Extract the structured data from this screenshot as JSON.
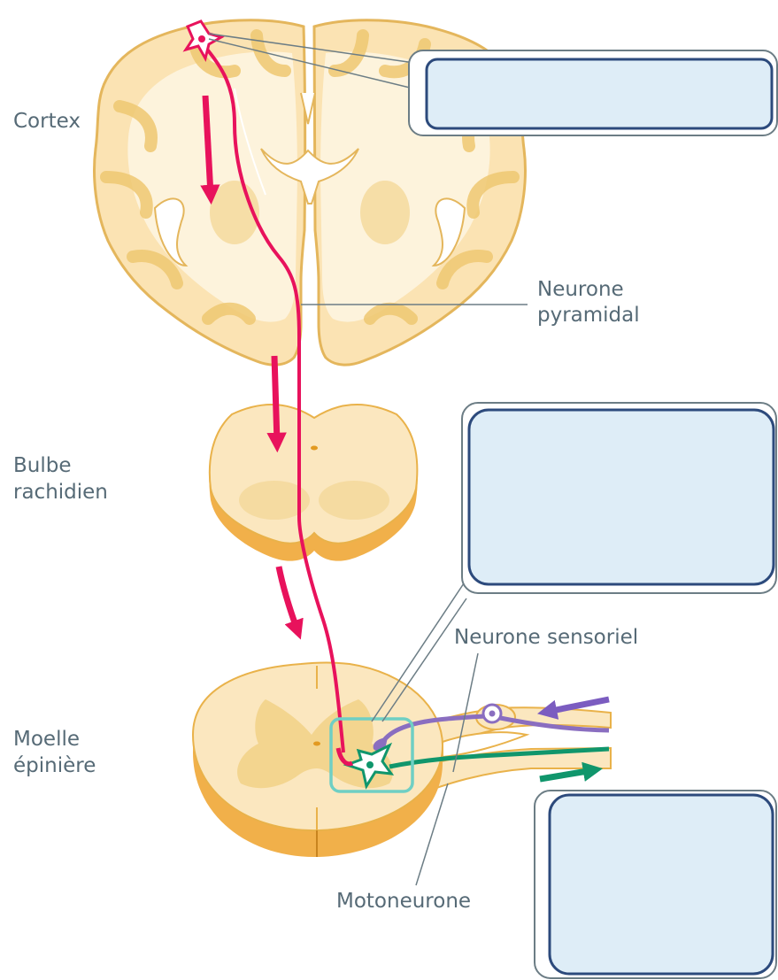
{
  "labels": {
    "cortex": "Cortex",
    "neurone_pyramidal_line1": "Neurone",
    "neurone_pyramidal_line2": "pyramidal",
    "bulbe_line1": "Bulbe",
    "bulbe_line2": "rachidien",
    "moelle_line1": "Moelle",
    "moelle_line2": "épinière",
    "neurone_sensoriel": "Neurone sensoriel",
    "motoneurone": "Motoneurone"
  },
  "answer_boxes": [
    {
      "text": ""
    },
    {
      "text": ""
    },
    {
      "text": ""
    }
  ],
  "colors": {
    "tissue": "#fbe7bf",
    "grey_matter": "#f2d389",
    "tissue_outline": "#e9b24a",
    "pyramidal_pathway": "#e8125c",
    "sensory_neuron": "#8a6ec0",
    "motor_neuron": "#10966c",
    "highlight_box": "#6fcfc4",
    "answer_box_fill": "#deedf7",
    "answer_box_border": "#2c4a7c",
    "callout_line": "#6c7d85"
  }
}
